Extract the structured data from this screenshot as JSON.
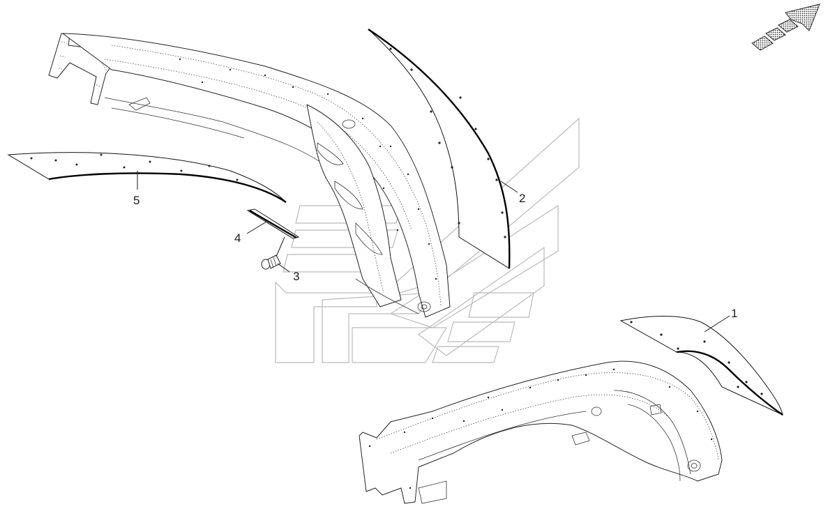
{
  "diagram": {
    "callouts": [
      {
        "id": "1",
        "label": "1"
      },
      {
        "id": "2",
        "label": "2"
      },
      {
        "id": "3",
        "label": "3"
      },
      {
        "id": "4",
        "label": "4"
      },
      {
        "id": "5",
        "label": "5"
      }
    ],
    "icons": {
      "direction_arrow": "direction-arrow-icon",
      "watermark": "logo-watermark"
    },
    "colors": {
      "line": "#222222",
      "watermark": "#b9b9b9",
      "background": "#ffffff"
    }
  }
}
